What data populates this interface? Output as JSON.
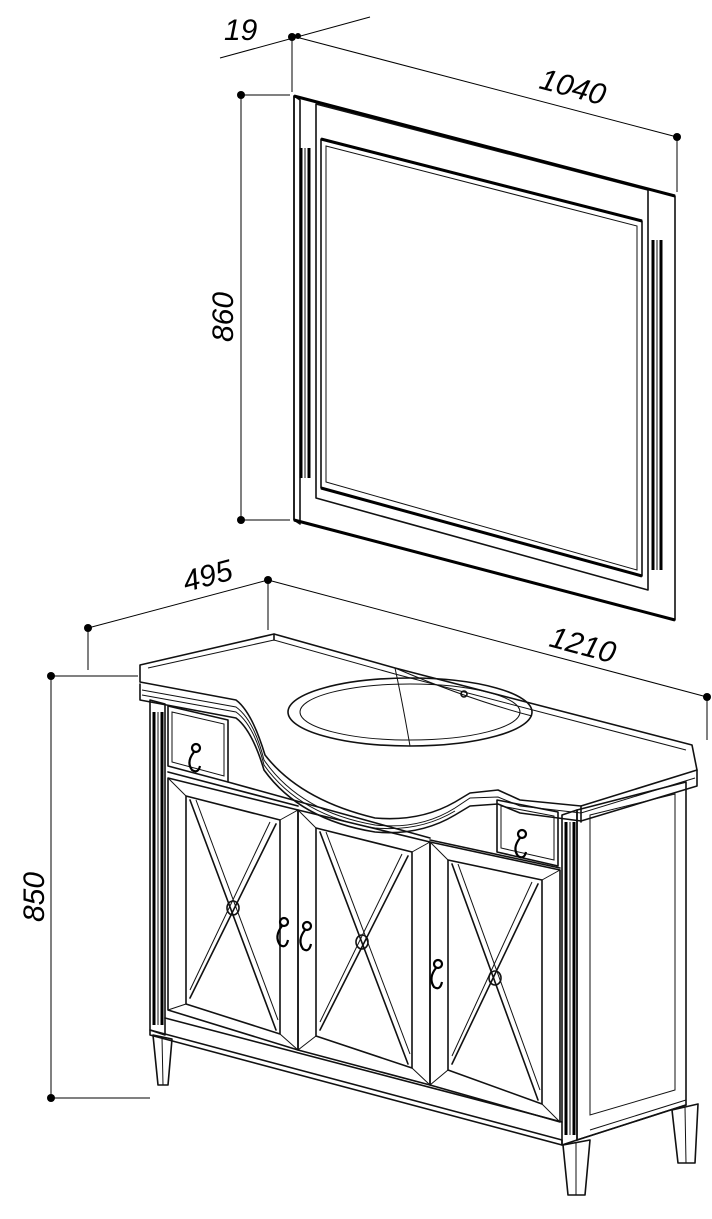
{
  "dimensions": {
    "mirror_depth": "19",
    "mirror_width": "1040",
    "mirror_height": "860",
    "cabinet_depth": "495",
    "cabinet_width": "1210",
    "cabinet_height": "850"
  },
  "colors": {
    "line": "#111111",
    "background": "#ffffff"
  }
}
